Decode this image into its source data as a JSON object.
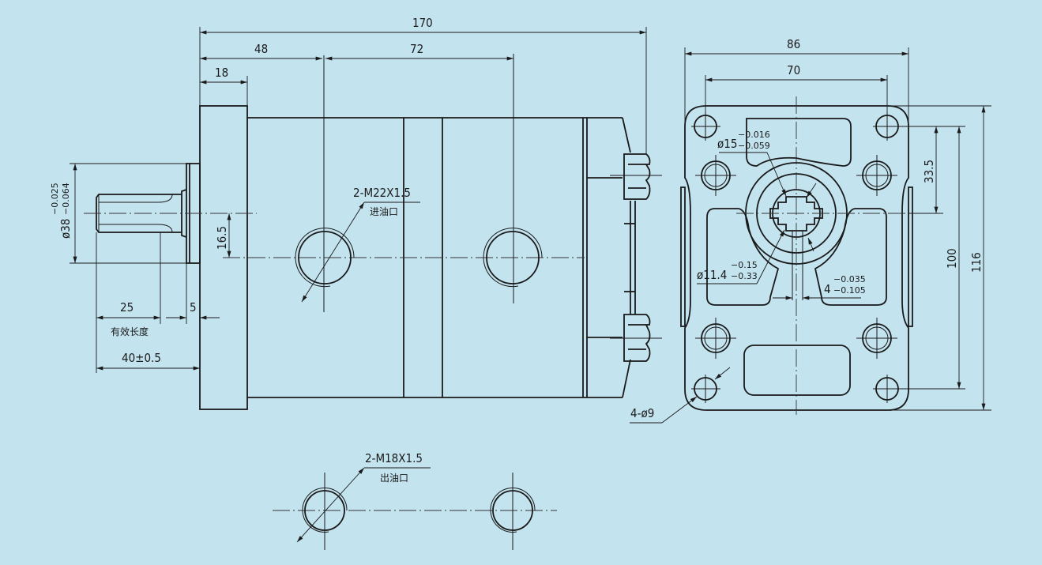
{
  "drawing": {
    "background": "#c3e3ef",
    "line_color": "#1a1a1a",
    "side_view": {
      "overall_length": "170",
      "flange_to_inlet": "48",
      "inlet_to_outlet": "72",
      "flange_thickness": "18",
      "shaft_offset": "16.5",
      "shaft_diameter_base": "ø38",
      "shaft_diameter_upper_tol": "−0.025",
      "shaft_diameter_lower_tol": "−0.064",
      "spline_length": "25",
      "spline_label": "有效长度",
      "shoulder": "5",
      "shaft_length": "40±0.5",
      "inlet_port_spec": "2-M22X1.5",
      "inlet_port_label": "进油口"
    },
    "end_view": {
      "overall_width": "86",
      "bolt_spacing_width": "70",
      "overall_height": "116",
      "bolt_spacing_height": "100",
      "shaft_center_offset": "33.5",
      "pilot_diameter_base": "ø15",
      "pilot_upper_tol": "−0.016",
      "pilot_lower_tol": "−0.059",
      "spline_minor_base": "ø11.4",
      "spline_minor_upper_tol": "−0.15",
      "spline_minor_lower_tol": "−0.33",
      "key_width_base": "4",
      "key_width_upper_tol": "−0.035",
      "key_width_lower_tol": "−0.105",
      "mount_holes": "4-ø9"
    },
    "bottom_view": {
      "outlet_port_spec": "2-M18X1.5",
      "outlet_port_label": "出油口"
    }
  }
}
